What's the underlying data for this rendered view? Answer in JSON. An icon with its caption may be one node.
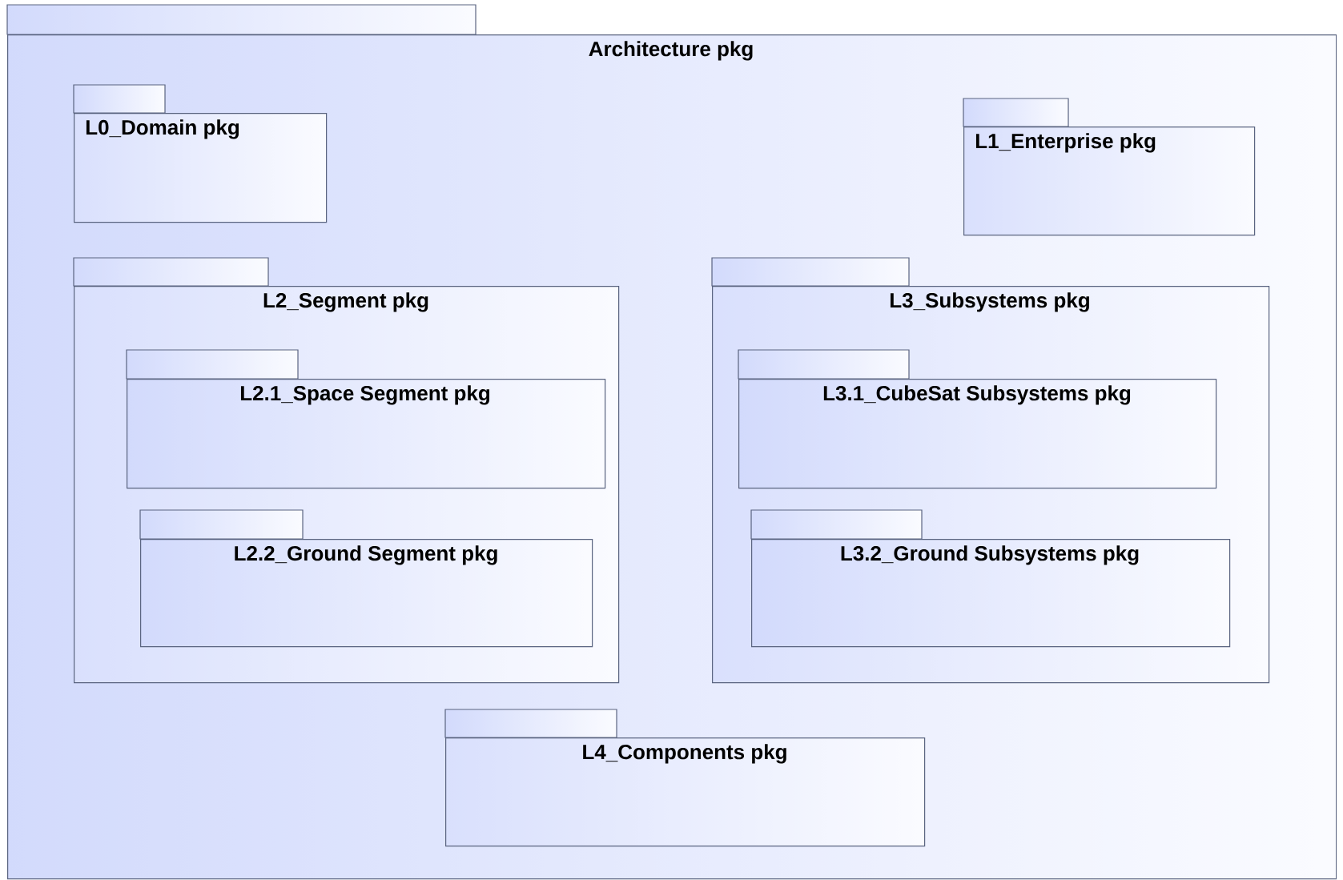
{
  "diagram": {
    "nodes": [
      {
        "text": [
          "Architecture pkg"
        ]
      },
      {
        "text": [
          "L0_Domain pkg"
        ],
        "in": 0
      },
      {
        "text": [
          "L1_Enterprise pkg"
        ],
        "in": 0
      },
      {
        "text": [
          "L2_Segment pkg"
        ],
        "in": 0
      },
      {
        "text": [
          "L2.1_Space Segment pkg"
        ],
        "in": 3
      },
      {
        "text": [
          "L2.2_Ground Segment pkg"
        ],
        "in": 3
      },
      {
        "text": [
          "L3_Subsystems pkg"
        ],
        "in": 0
      },
      {
        "text": [
          "L3.1_CubeSat Subsystems pkg"
        ],
        "in": 6
      },
      {
        "text": [
          "L3.2_Ground Subsystems pkg"
        ],
        "in": 6
      },
      {
        "text": [
          "L4_Components pkg"
        ],
        "in": 0
      }
    ]
  }
}
